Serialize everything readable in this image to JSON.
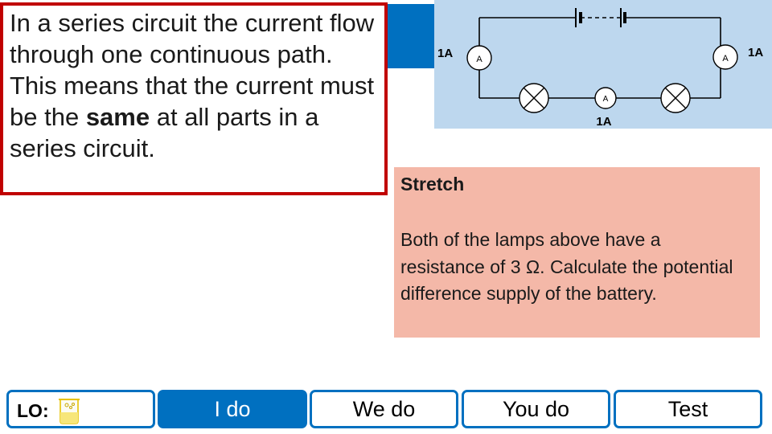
{
  "info": {
    "text_before": "In a series circuit the current flow through one continuous path. This means that the current must be the ",
    "text_bold": "same",
    "text_after": " at all parts in a series circuit."
  },
  "circuit": {
    "ammeter_symbol": "A",
    "current_left": "1A",
    "current_right": "1A",
    "current_bottom": "1A"
  },
  "stretch": {
    "title": "Stretch",
    "body": "Both of the lamps above have a resistance of 3 Ω. Calculate the potential difference supply of the battery."
  },
  "nav": {
    "lo_label": "LO:",
    "buttons": [
      {
        "label": "I do",
        "active": true
      },
      {
        "label": "We do",
        "active": false
      },
      {
        "label": "You do",
        "active": false
      },
      {
        "label": "Test",
        "active": false
      }
    ]
  },
  "colors": {
    "accent_blue": "#0070c0",
    "info_border": "#c00000",
    "circuit_bg": "#bdd7ee",
    "stretch_bg": "#f4b8a8"
  }
}
